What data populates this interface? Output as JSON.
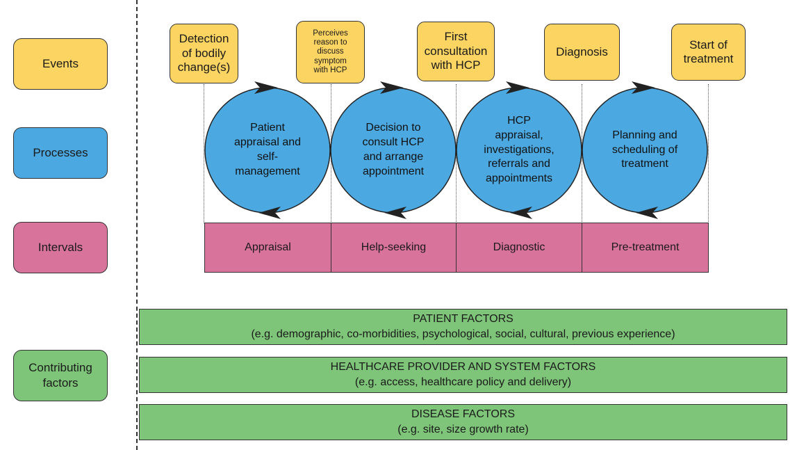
{
  "legend": {
    "events": "Events",
    "processes": "Processes",
    "intervals": "Intervals",
    "contributing": [
      "Contributing",
      "factors"
    ]
  },
  "colors": {
    "event": "#fcd462",
    "process": "#4ba8e0",
    "interval": "#d8739b",
    "factor": "#7ec479"
  },
  "events": [
    [
      "Detection",
      "of bodily",
      "change(s)"
    ],
    [
      "Perceives",
      "reason to",
      "discuss",
      "symptom",
      "with HCP"
    ],
    [
      "First",
      "consultation",
      "with HCP"
    ],
    [
      "Diagnosis"
    ],
    [
      "Start of",
      "treatment"
    ]
  ],
  "processes": [
    [
      "Patient",
      "appraisal and",
      "self-",
      "management"
    ],
    [
      "Decision to",
      "consult HCP",
      "and arrange",
      "appointment"
    ],
    [
      "HCP",
      "appraisal,",
      "investigations,",
      "referrals and",
      "appointments"
    ],
    [
      "Planning and",
      "scheduling of",
      "treatment"
    ]
  ],
  "intervals": [
    "Appraisal",
    "Help-seeking",
    "Diagnostic",
    "Pre-treatment"
  ],
  "factors": [
    {
      "title": "PATIENT FACTORS",
      "detail": "(e.g. demographic, co-morbidities, psychological, social, cultural, previous experience)"
    },
    {
      "title": "HEALTHCARE PROVIDER AND SYSTEM FACTORS",
      "detail": "(e.g. access, healthcare policy and delivery)"
    },
    {
      "title": "DISEASE FACTORS",
      "detail": "(e.g. site, size growth rate)"
    }
  ]
}
